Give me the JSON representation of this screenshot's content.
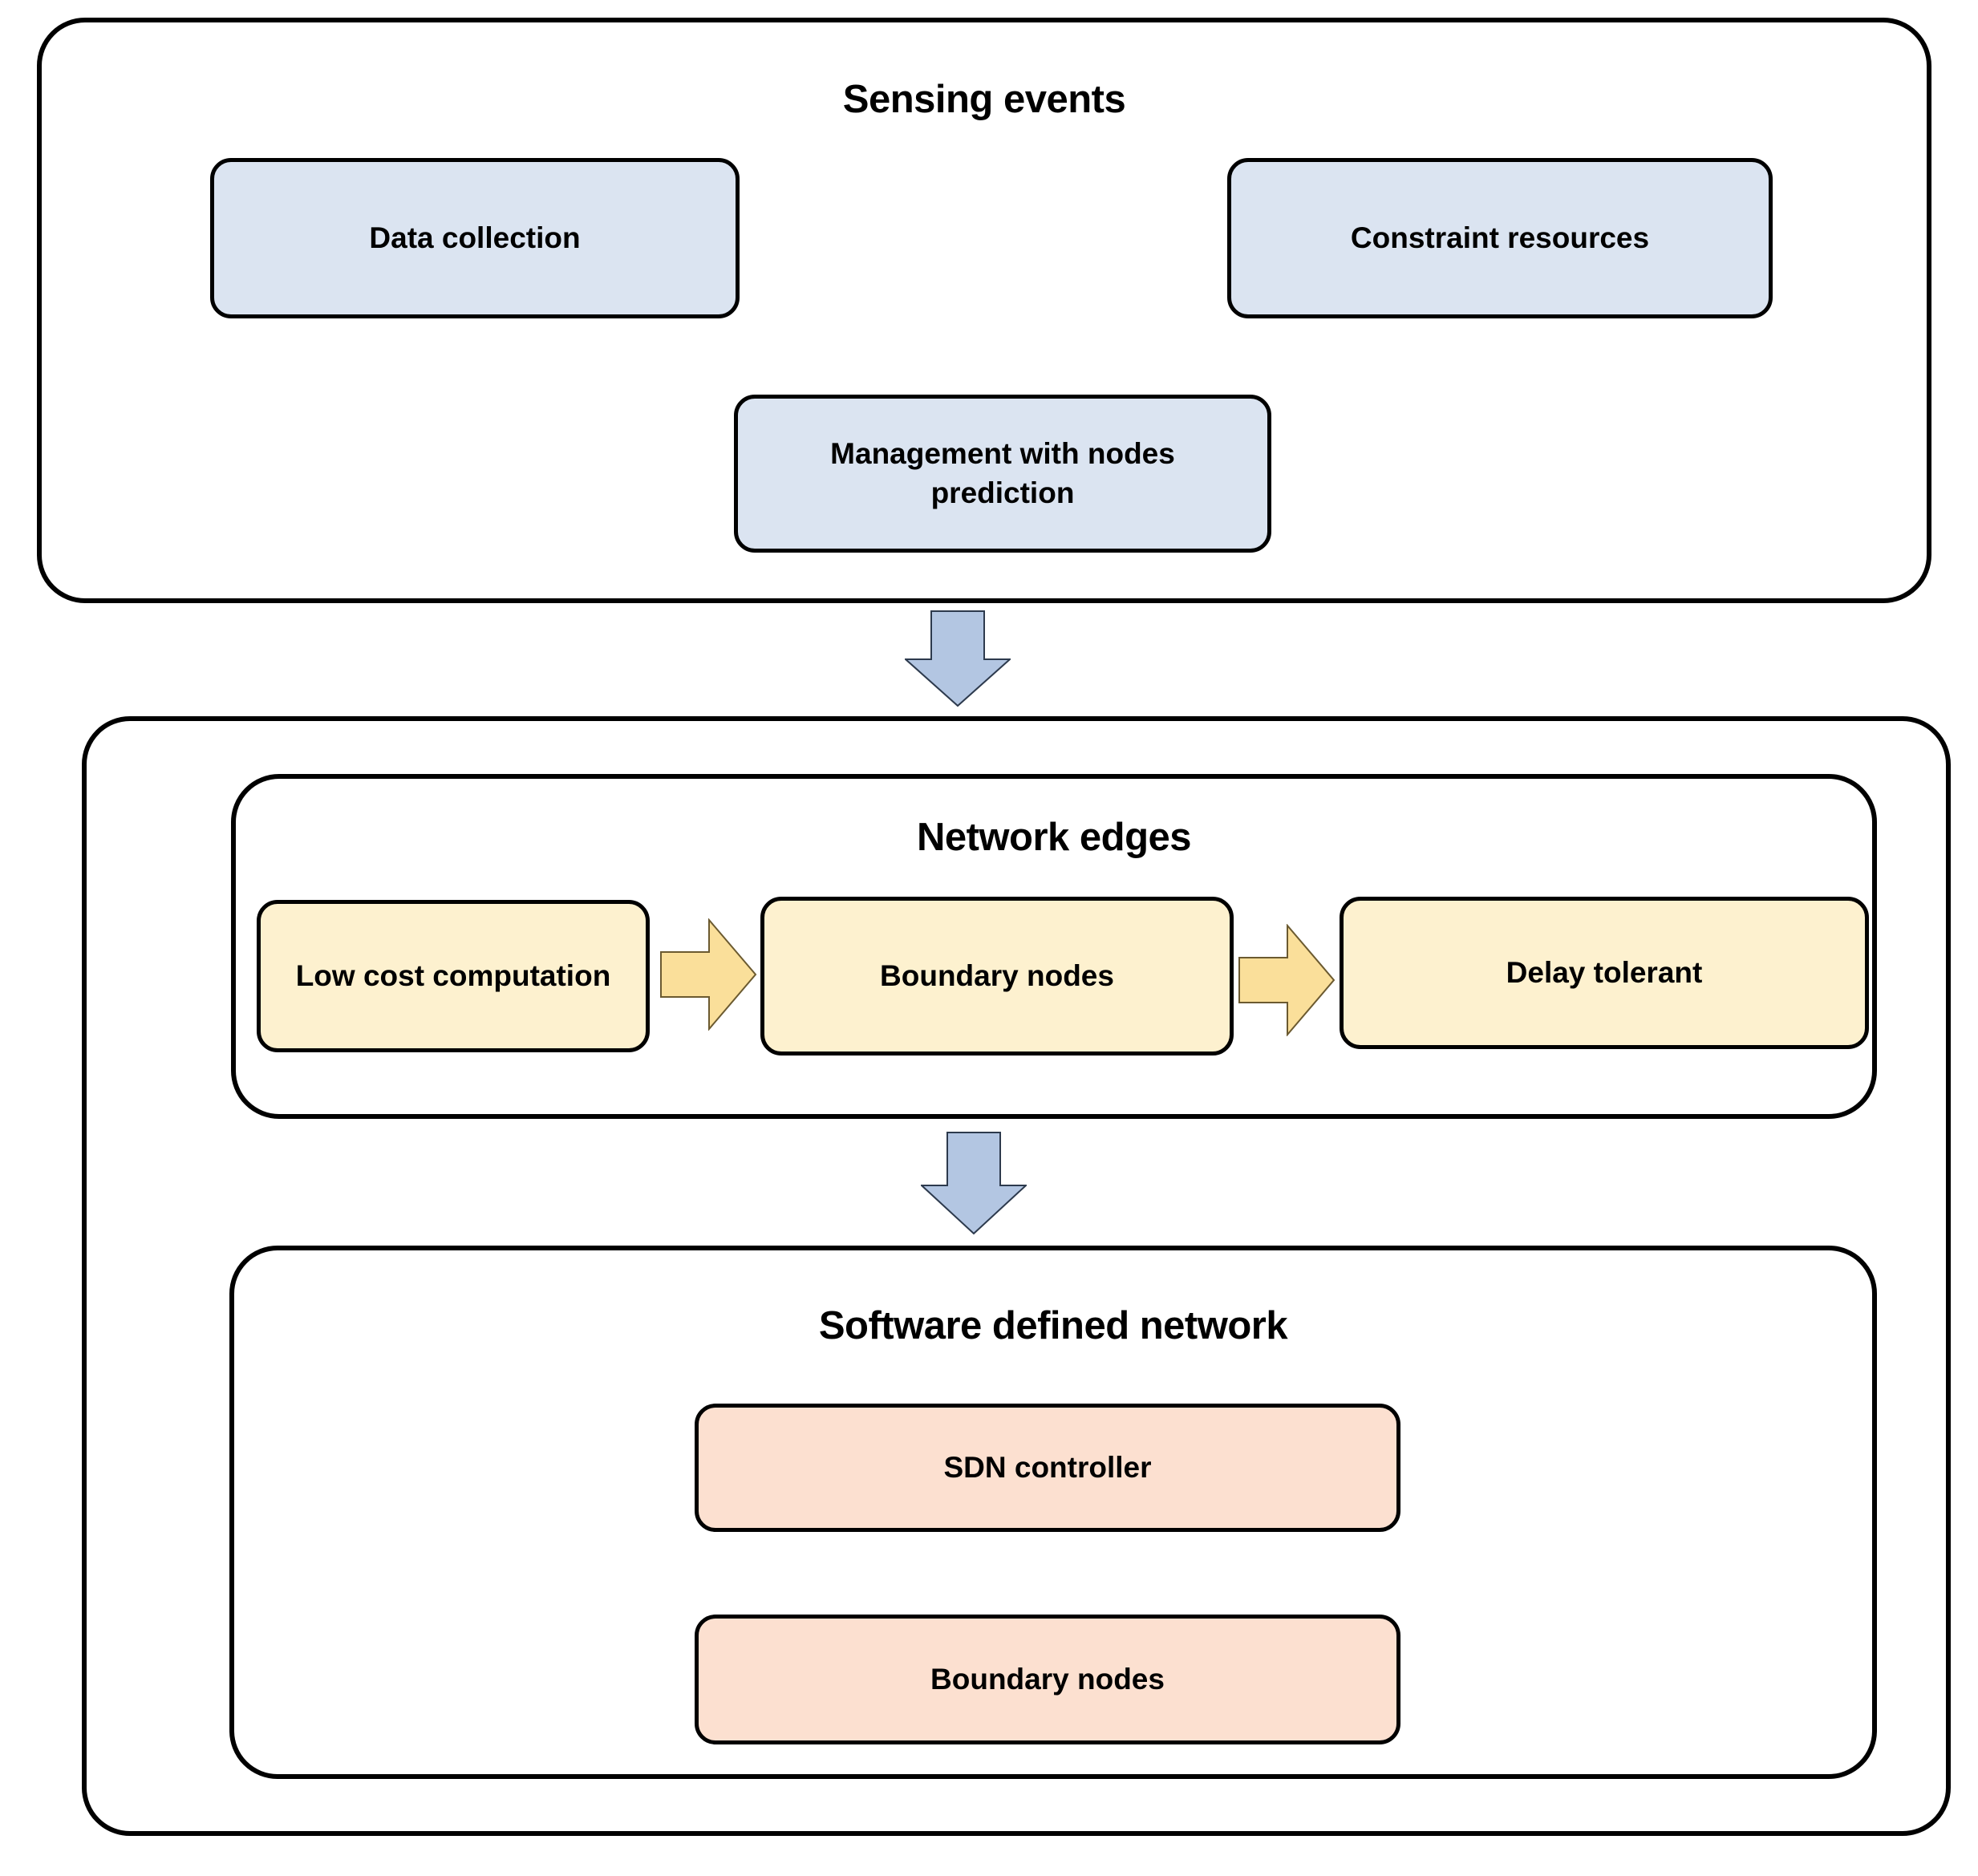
{
  "diagram": {
    "title_visible": false,
    "colors": {
      "blue_fill": "#dbe4f1",
      "yellow_fill": "#fdf1cf",
      "peach_fill": "#fce0d0",
      "blue_arrow_fill": "#b3c6e2",
      "yellow_arrow_fill": "#fadf9a",
      "stroke": "#000000",
      "background": "#ffffff"
    }
  },
  "sections": {
    "sensing": {
      "title": "Sensing events",
      "boxes": [
        {
          "label": "Data collection"
        },
        {
          "label": "Constraint resources"
        },
        {
          "label": "Management with nodes prediction"
        }
      ]
    },
    "network_edges": {
      "title": "Network edges",
      "boxes": [
        {
          "label": "Low cost computation"
        },
        {
          "label": "Boundary nodes"
        },
        {
          "label": "Delay tolerant"
        }
      ],
      "connectors": [
        {
          "name": "arrow-right-1",
          "from": "Low cost computation",
          "to": "Boundary nodes"
        },
        {
          "name": "arrow-right-2",
          "from": "Boundary nodes",
          "to": "Delay tolerant"
        }
      ]
    },
    "software_defined_network": {
      "title": "Software defined network",
      "boxes": [
        {
          "label": "SDN controller"
        },
        {
          "label": "Boundary nodes"
        }
      ]
    }
  },
  "flow_connectors": [
    {
      "name": "arrow-down-sensing-to-edges",
      "direction": "down",
      "from": "Sensing events",
      "to": "Network edges"
    },
    {
      "name": "arrow-down-edges-to-sdn",
      "direction": "down",
      "from": "Network edges",
      "to": "Software defined network"
    }
  ]
}
